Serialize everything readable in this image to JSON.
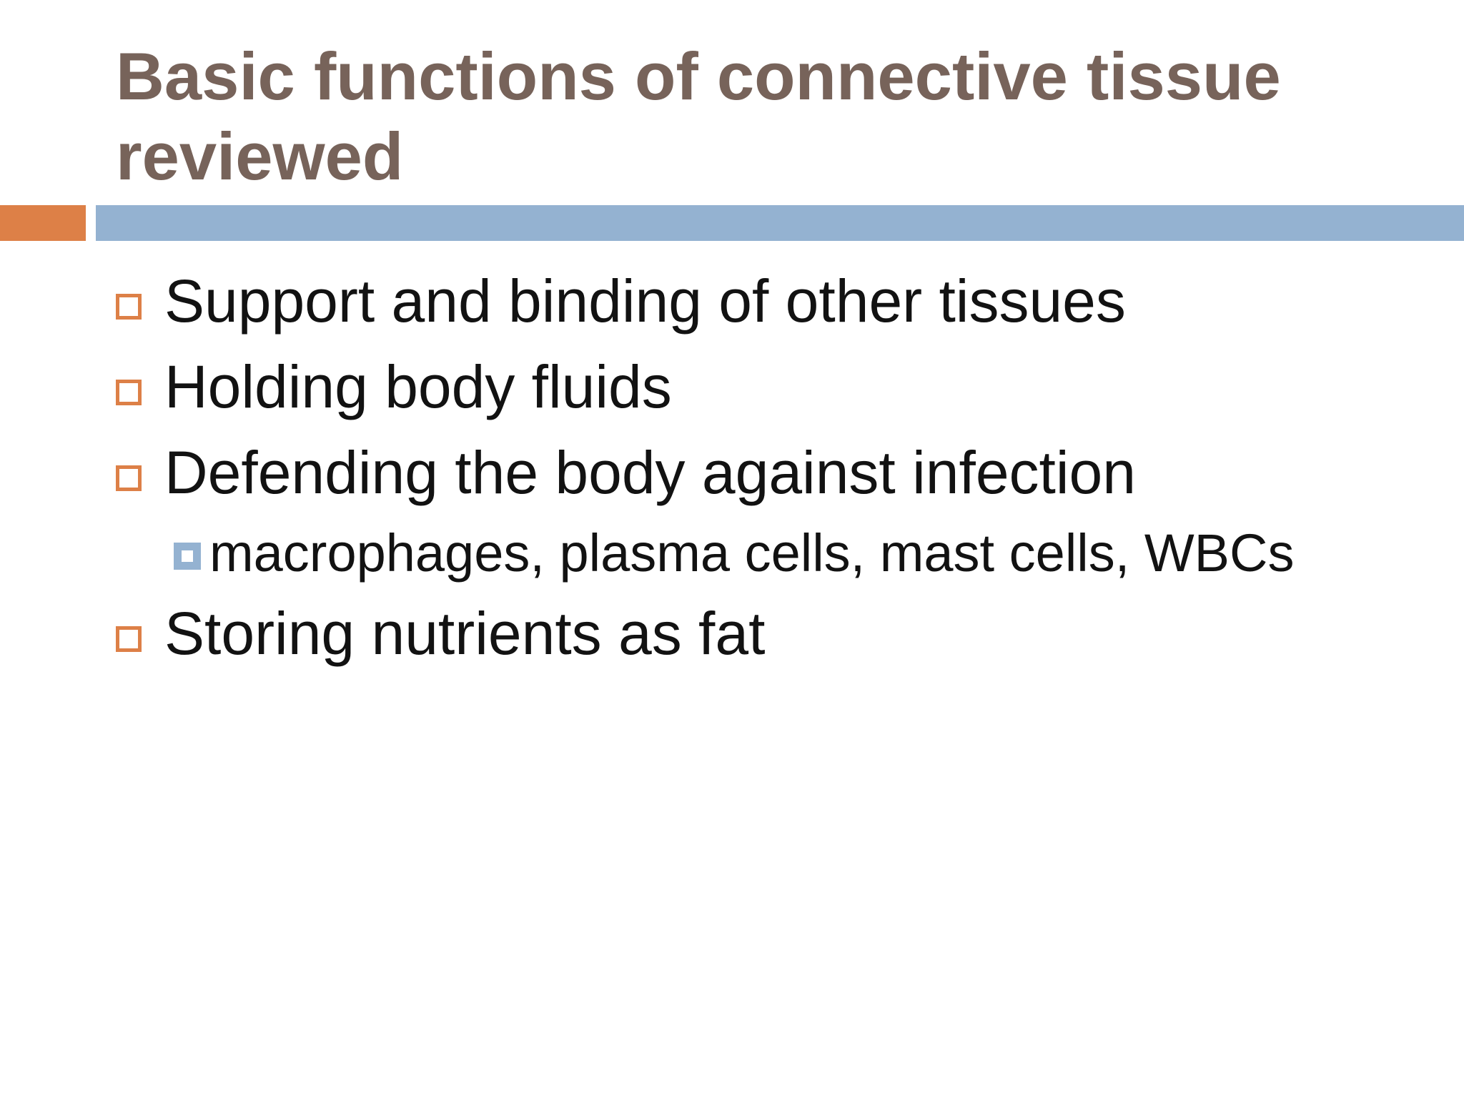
{
  "slide": {
    "kind": "presentation-slide",
    "colors": {
      "background": "#FFFFFF",
      "title_color": "#77635A",
      "accent_orange": "#DD8047",
      "accent_blue": "#94B2D1",
      "body_text": "#121212"
    },
    "title": {
      "full": "Basic functions of connective tissue reviewed",
      "line1": "Basic functions of connective tissue",
      "line2": "reviewed"
    },
    "bullets": [
      {
        "level": 1,
        "text": "Support and binding of other tissues"
      },
      {
        "level": 1,
        "text": "Holding body fluids"
      },
      {
        "level": 1,
        "text": "Defending the body against infection"
      },
      {
        "level": 2,
        "text": "macrophages, plasma cells, mast cells, WBCs"
      },
      {
        "level": 1,
        "text": "Storing nutrients as fat"
      }
    ]
  }
}
